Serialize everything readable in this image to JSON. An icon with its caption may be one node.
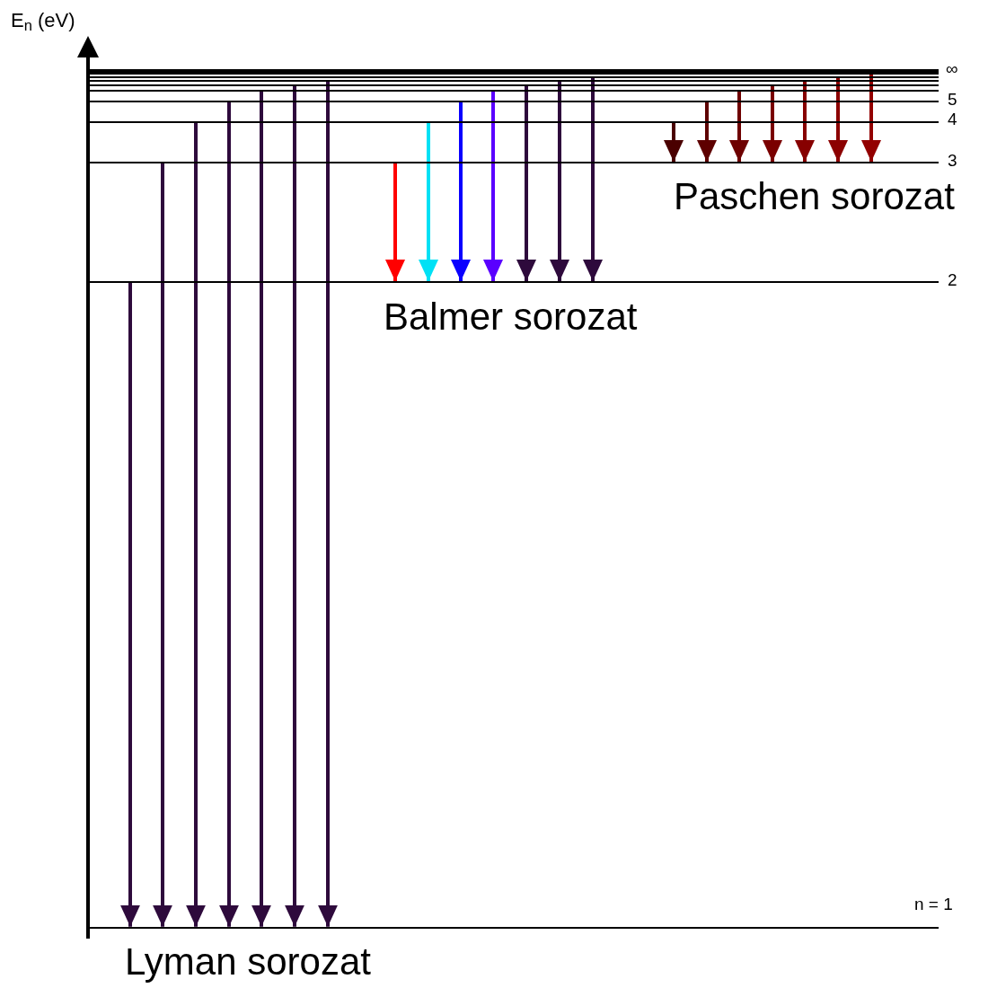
{
  "diagram": {
    "nodes": [
      {
        "text": [],
        "shape": "bar",
        "beside": [
          "∞"
        ]
      },
      {
        "text": [],
        "shape": "bar"
      },
      {
        "text": [],
        "shape": "bar"
      },
      {
        "text": [],
        "shape": "bar"
      },
      {
        "text": [],
        "shape": "bar"
      },
      {
        "text": [],
        "shape": "bar",
        "beside": [
          "5"
        ]
      },
      {
        "text": [],
        "shape": "bar",
        "beside": [
          "4"
        ]
      },
      {
        "text": [],
        "shape": "bar",
        "beside": [
          "3"
        ]
      },
      {
        "text": [],
        "shape": "bar",
        "beside": [
          "2"
        ]
      },
      {
        "text": [],
        "shape": "bar",
        "beside": [
          "n = 1"
        ]
      }
    ],
    "edges": [
      {
        "from": 8,
        "to": 9,
        "arrow": "to"
      },
      {
        "from": 7,
        "to": 9,
        "arrow": "to"
      },
      {
        "from": 6,
        "to": 9,
        "arrow": "to"
      },
      {
        "from": 5,
        "to": 9,
        "arrow": "to"
      },
      {
        "from": 4,
        "to": 9,
        "arrow": "to"
      },
      {
        "from": 3,
        "to": 9,
        "arrow": "to"
      },
      {
        "from": 2,
        "to": 9,
        "arrow": "to"
      },
      {
        "from": 7,
        "to": 8,
        "arrow": "to",
        "color": "#ff0000"
      },
      {
        "from": 6,
        "to": 8,
        "arrow": "to",
        "color": "#00e1f5"
      },
      {
        "from": 5,
        "to": 8,
        "arrow": "to",
        "color": "#0a00ff"
      },
      {
        "from": 4,
        "to": 8,
        "arrow": "to",
        "color": "#5a00ff"
      },
      {
        "from": 3,
        "to": 8,
        "arrow": "to"
      },
      {
        "from": 2,
        "to": 8,
        "arrow": "to"
      },
      {
        "from": 1,
        "to": 8,
        "arrow": "to"
      },
      {
        "from": 6,
        "to": 7,
        "arrow": "to",
        "color": "#4a0000"
      },
      {
        "from": 5,
        "to": 7,
        "arrow": "to",
        "color": "#5e0000"
      },
      {
        "from": 4,
        "to": 7,
        "arrow": "to",
        "color": "#6e0000"
      },
      {
        "from": 3,
        "to": 7,
        "arrow": "to",
        "color": "#7a0000"
      },
      {
        "from": 2,
        "to": 7,
        "arrow": "to",
        "color": "#870000"
      },
      {
        "from": 1,
        "to": 7,
        "arrow": "to",
        "color": "#8c0000"
      },
      {
        "from": 0,
        "to": 7,
        "arrow": "to",
        "color": "#930000"
      }
    ],
    "labels": [
      "E$_{n}$ (eV)",
      "Paschen sorozat",
      "Balmer sorozat",
      "Lyman sorozat"
    ]
  }
}
